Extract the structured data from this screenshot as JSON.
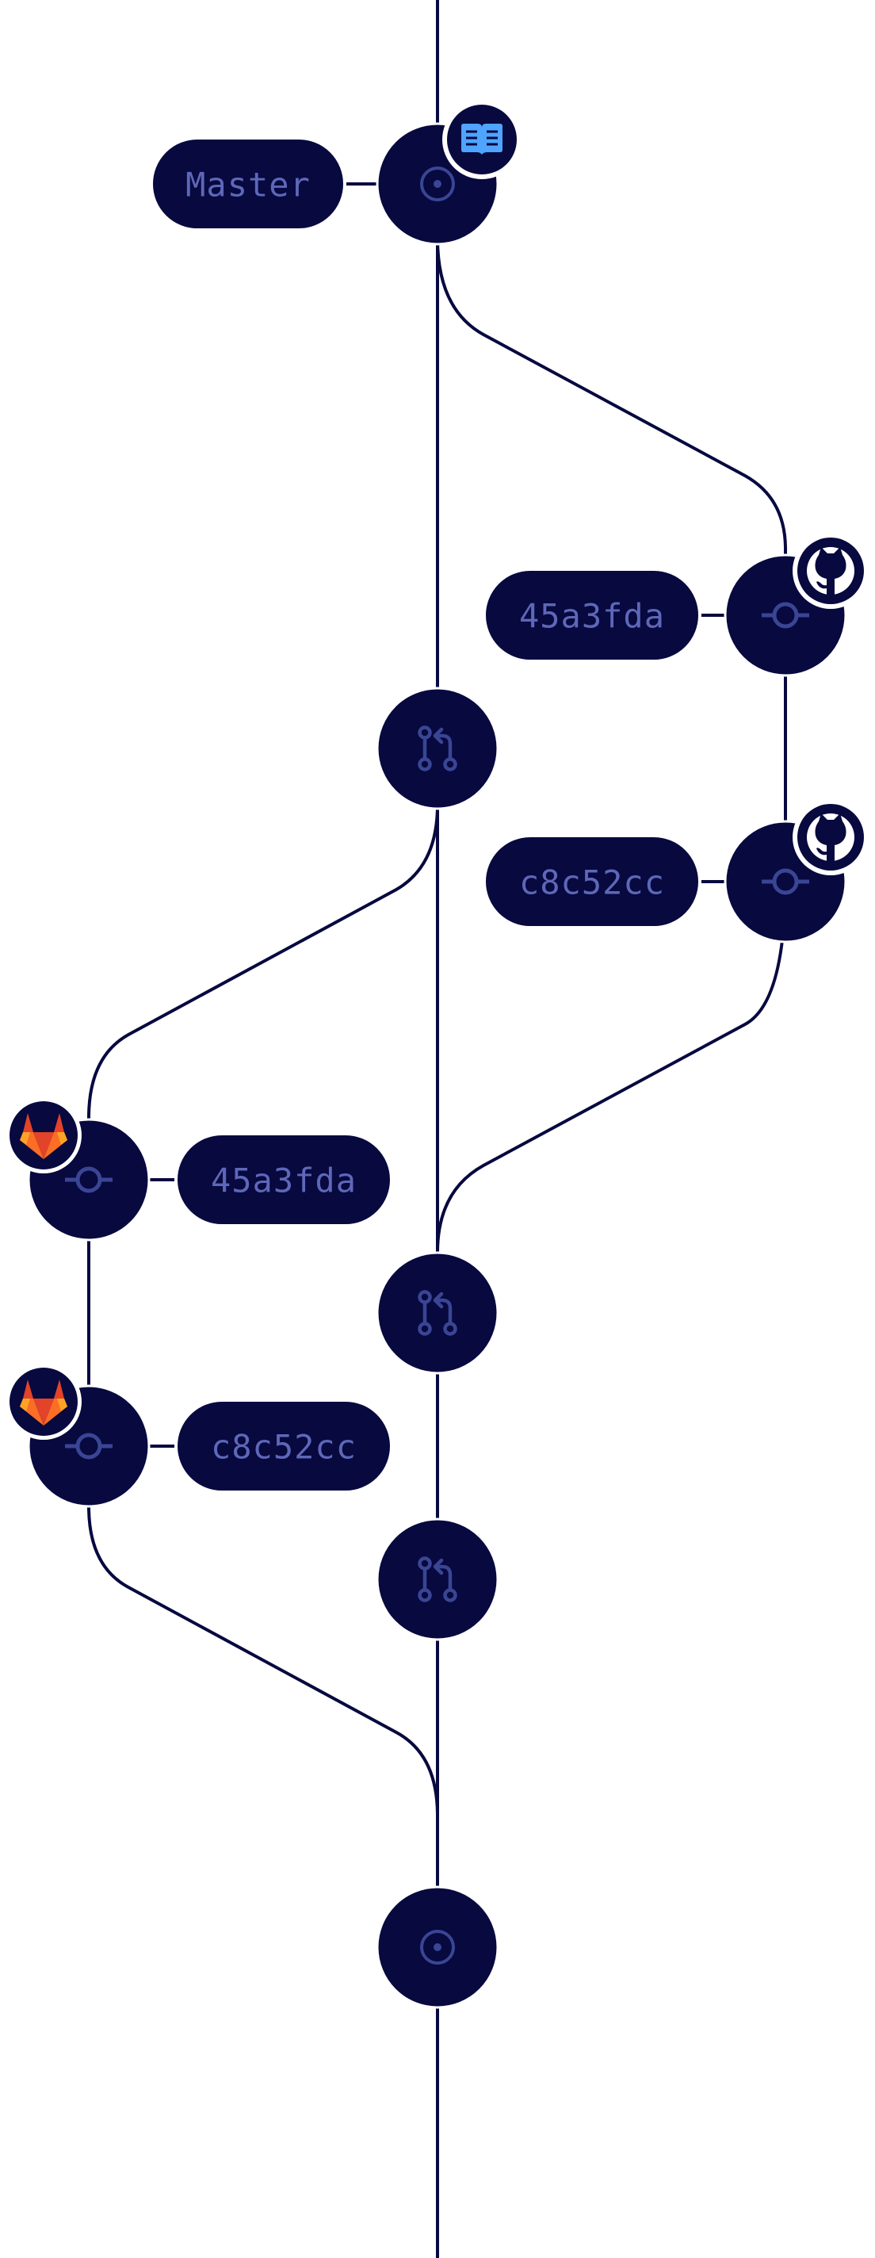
{
  "colors": {
    "background": "#ffffff",
    "node": "#07093f",
    "line": "#07093f",
    "glyph": "#3a4594",
    "label_text": "#5e67b8",
    "docs_badge": "#4ea4ff",
    "gitlab_orange": "#e24329",
    "gitlab_light": "#fc6d26",
    "gitlab_yellow": "#fca326"
  },
  "labels": {
    "master": "Master",
    "github_commit_1": "45a3fda",
    "github_commit_2": "c8c52cc",
    "gitlab_commit_1": "45a3fda",
    "gitlab_commit_2": "c8c52cc"
  },
  "nodes": [
    {
      "id": "master-start",
      "kind": "branch-point",
      "badge": "book-icon"
    },
    {
      "id": "github-commit-1",
      "kind": "commit",
      "badge": "github-icon"
    },
    {
      "id": "github-commit-2",
      "kind": "commit",
      "badge": "github-icon"
    },
    {
      "id": "merge-1",
      "kind": "pull-request"
    },
    {
      "id": "gitlab-commit-1",
      "kind": "commit",
      "badge": "gitlab-icon"
    },
    {
      "id": "gitlab-commit-2",
      "kind": "commit",
      "badge": "gitlab-icon"
    },
    {
      "id": "merge-2",
      "kind": "pull-request"
    },
    {
      "id": "merge-3",
      "kind": "pull-request"
    },
    {
      "id": "master-end",
      "kind": "branch-point"
    }
  ]
}
